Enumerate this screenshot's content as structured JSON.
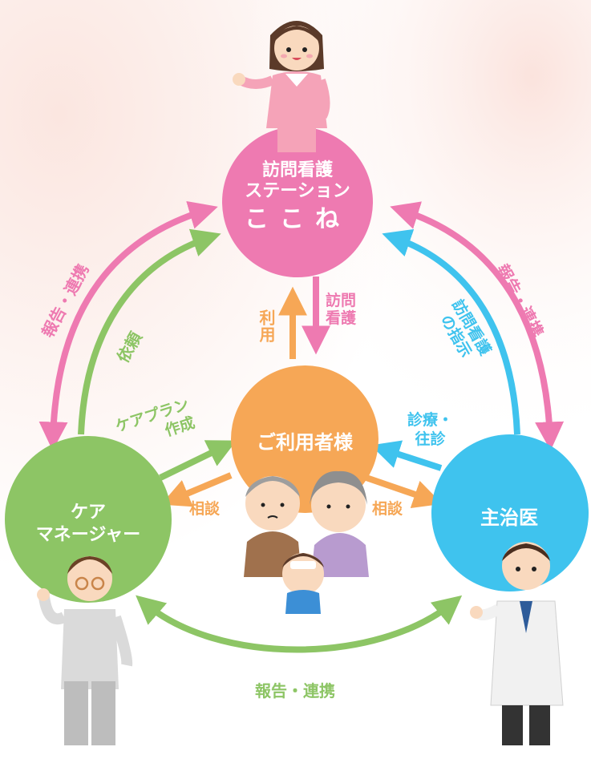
{
  "colors": {
    "pink": "#EE7AB1",
    "green": "#8DC565",
    "blue": "#3FC3EE",
    "orange": "#F6A756"
  },
  "nodes": {
    "station": {
      "line1": "訪問看護",
      "line2": "ステーション",
      "line3": "ここね"
    },
    "user": {
      "label": "ご利用者様"
    },
    "caremanager": {
      "line1": "ケア",
      "line2": "マネージャー"
    },
    "doctor": {
      "label": "主治医"
    }
  },
  "labels": {
    "left_report": "報告・連携",
    "right_report": "報告・連携",
    "bottom_report": "報告・連携",
    "irai": "依頼",
    "instruction_line1": "訪問看護",
    "instruction_line2": "の指示",
    "riyou": "利用",
    "houmon_kango_1": "訪問",
    "houmon_kango_2": "看護",
    "careplan_1": "ケアプラン",
    "careplan_2": "作成",
    "shinryo_1": "診療・",
    "shinryo_2": "往診",
    "soudan_left": "相談",
    "soudan_right": "相談"
  },
  "illustrations": [
    "nurse-illustration",
    "elderly-couple-illustration",
    "child-patient-illustration",
    "care-manager-illustration",
    "doctor-illustration"
  ]
}
